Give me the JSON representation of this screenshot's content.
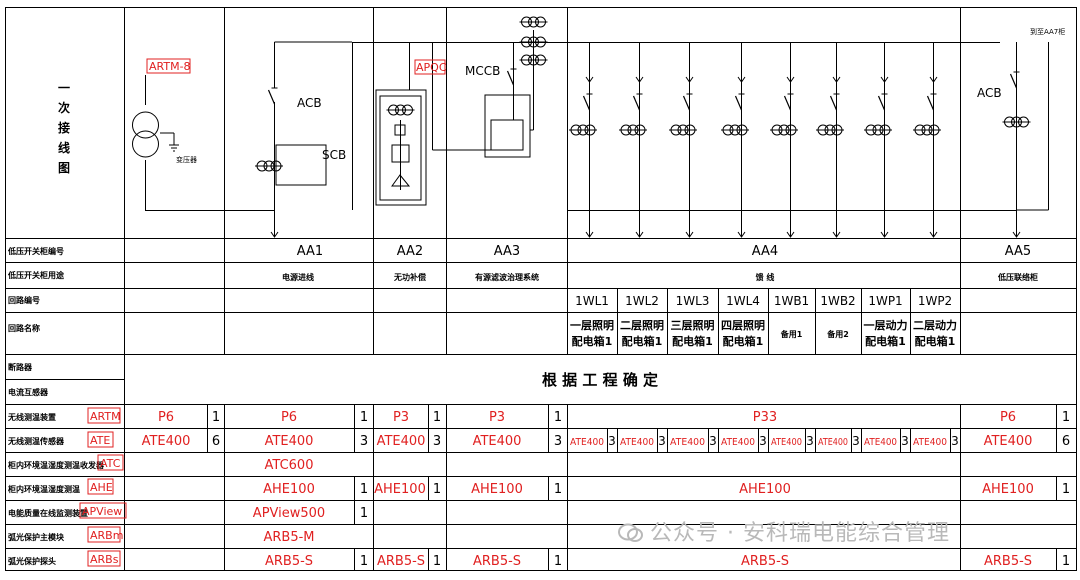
{
  "side_title": [
    "一",
    "次",
    "接",
    "线",
    "图"
  ],
  "row_labels": [
    "低压开关柜编号",
    "低压开关柜用途",
    "回路编号",
    "回路名称",
    "断路器",
    "电流互感器",
    "无线测温装置",
    "无线测温传感器",
    "柜内环境温湿度测温收发器",
    "柜内环境温湿度测温",
    "电能质量在线监测装置",
    "弧光保护主模块",
    "弧光保护探头"
  ],
  "cabinets": [
    {
      "id": "AA1",
      "use": "电源进线"
    },
    {
      "id": "AA2",
      "use": "无功补偿"
    },
    {
      "id": "AA3",
      "use": "有源滤波治理系统"
    },
    {
      "id": "AA4",
      "use": "馈 线"
    },
    {
      "id": "AA5",
      "use": "低压联络柜"
    }
  ],
  "circuits": [
    {
      "no": "1WL1",
      "name": "一层照明配电箱1"
    },
    {
      "no": "1WL2",
      "name": "二层照明配电箱1"
    },
    {
      "no": "1WL3",
      "name": "三层照明配电箱1"
    },
    {
      "no": "1WL4",
      "name": "四层照明配电箱1"
    },
    {
      "no": "1WB1",
      "name": "备用1"
    },
    {
      "no": "1WB2",
      "name": "备用2"
    },
    {
      "no": "1WP1",
      "name": "一层动力配电箱1"
    },
    {
      "no": "1WP2",
      "name": "二层动力配电箱1"
    }
  ],
  "merged_note": "根 据 工 程 确 定",
  "diagram_labels": {
    "artm8": "ARTM-8",
    "transformer": "变压器",
    "acb": "ACB",
    "scb": "SCB",
    "apqc": "APQC",
    "mccb": "MCCB",
    "to_aa7": "到至AA7柜",
    "acb2": "ACB"
  },
  "device_tags": [
    "ARTM",
    "ATE",
    "ATC",
    "AHE",
    "APView",
    "ARBm",
    "ARBs"
  ],
  "rows": {
    "artm": {
      "aa1_pre": "P6",
      "aa1_pre_n": "1",
      "aa1": "P6",
      "aa1_n": "1",
      "aa2": "P3",
      "aa2_n": "1",
      "aa3": "P3",
      "aa3_n": "1",
      "aa4": "P33",
      "aa5": "P6",
      "aa5_n": "1"
    },
    "ate": {
      "aa1_pre": "ATE400",
      "aa1_pre_n": "6",
      "aa1": "ATE400",
      "aa1_n": "3",
      "aa2": "ATE400",
      "aa2_n": "3",
      "aa3": "ATE400",
      "aa3_n": "3",
      "aa4_item": "ATE400",
      "aa4_n": "3",
      "aa5": "ATE400",
      "aa5_n": "6"
    },
    "atc": {
      "aa1": "ATC600"
    },
    "ahe": {
      "aa1": "AHE100",
      "aa1_n": "1",
      "aa2": "AHE100",
      "aa2_n": "1",
      "aa3": "AHE100",
      "aa3_n": "1",
      "aa4": "AHE100",
      "aa5": "AHE100",
      "aa5_n": "1"
    },
    "apview": {
      "aa1": "APView500",
      "aa1_n": "1"
    },
    "arbm": {
      "aa1": "ARB5-M"
    },
    "arbs": {
      "aa1": "ARB5-S",
      "aa1_n": "1",
      "aa2": "ARB5-S",
      "aa2_n": "1",
      "aa3": "ARB5-S",
      "aa3_n": "1",
      "aa4": "ARB5-S",
      "aa5": "ARB5-S",
      "aa5_n": "1"
    }
  },
  "watermark": "公众号 · 安科瑞电能综合管理",
  "colors": {
    "accent": "#e02020",
    "line": "#000000",
    "watermark": "#b9b9b9"
  }
}
